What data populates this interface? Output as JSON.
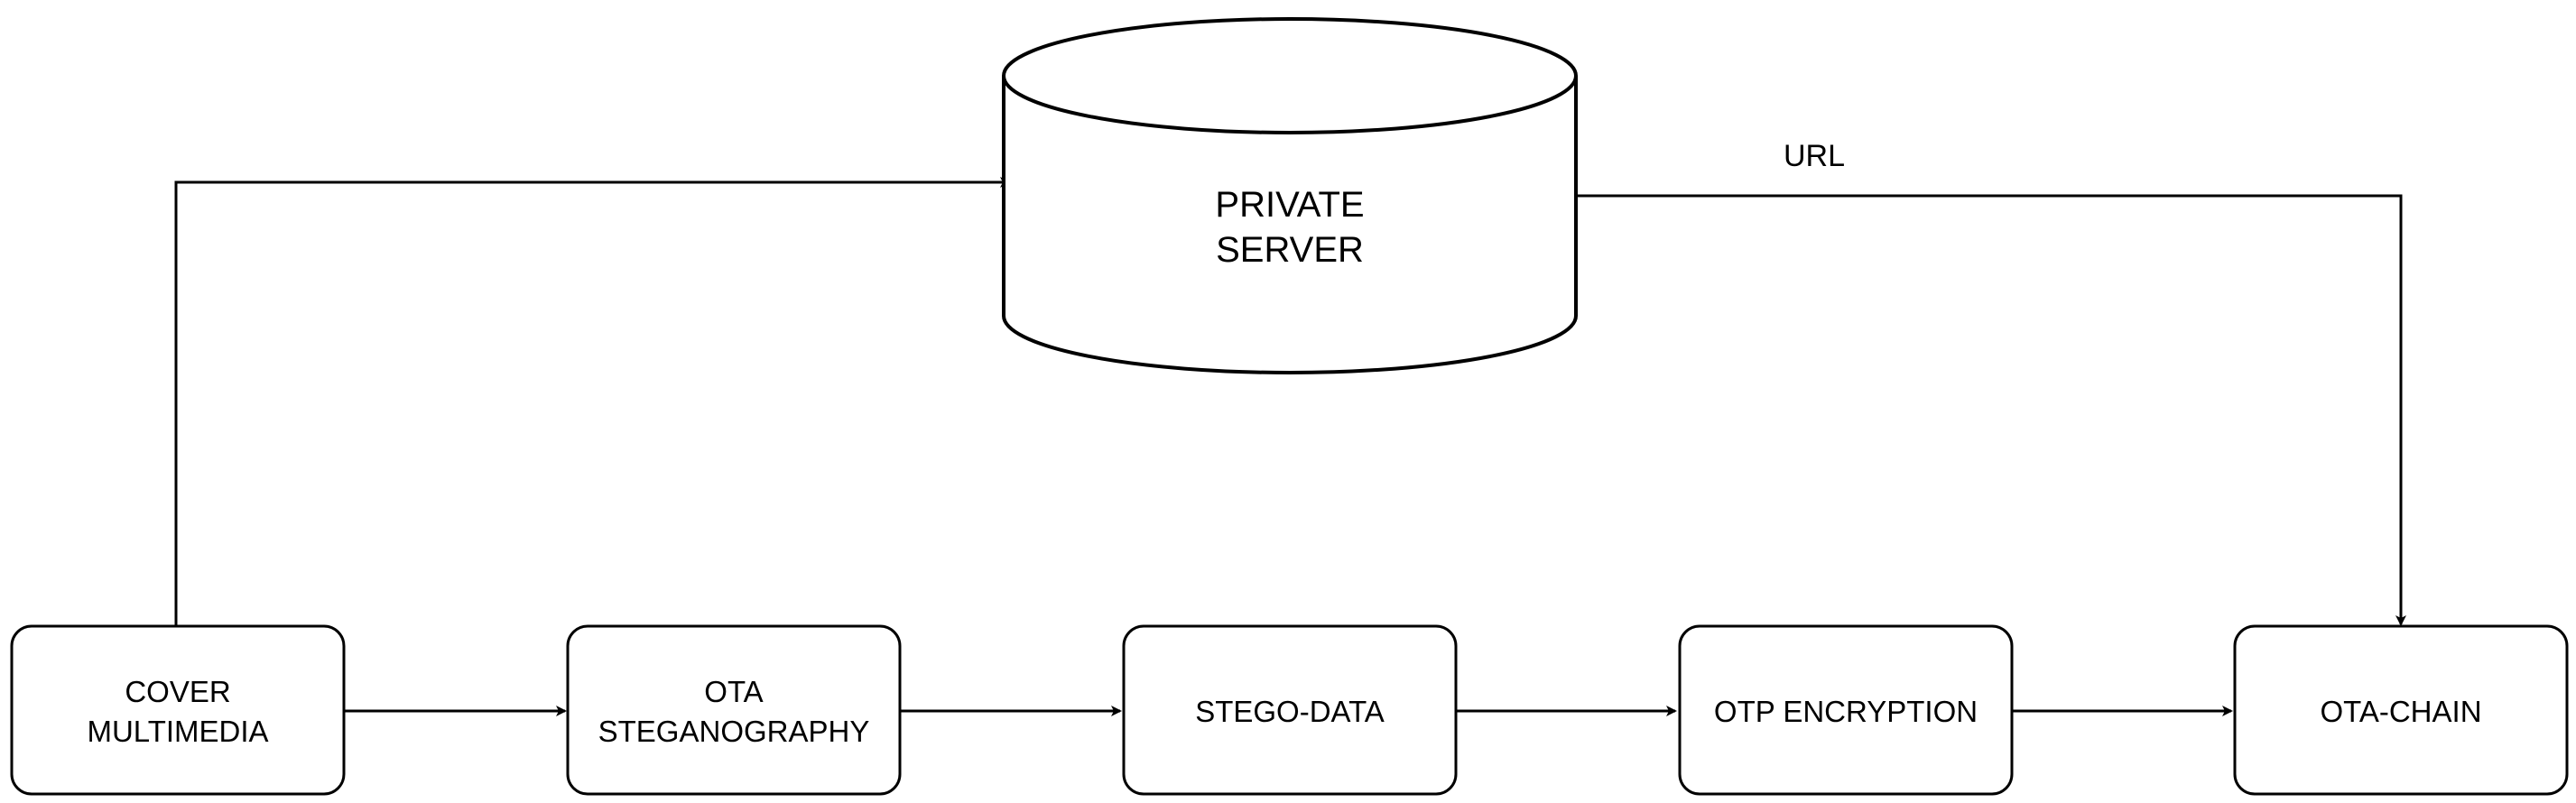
{
  "diagram": {
    "server": {
      "line1": "PRIVATE",
      "line2": "SERVER"
    },
    "edge_labels": {
      "url": "URL"
    },
    "nodes": {
      "cover_multimedia": {
        "line1": "COVER",
        "line2": "MULTIMEDIA"
      },
      "ota_steganography": {
        "line1": "OTA",
        "line2": "STEGANOGRAPHY"
      },
      "stego_data": {
        "label": "STEGO-DATA"
      },
      "otp_encryption": {
        "label": "OTP ENCRYPTION"
      },
      "ota_chain": {
        "label": "OTA-CHAIN"
      }
    },
    "colors": {
      "stroke": "#000000",
      "fill": "#ffffff",
      "text": "#000000"
    }
  }
}
